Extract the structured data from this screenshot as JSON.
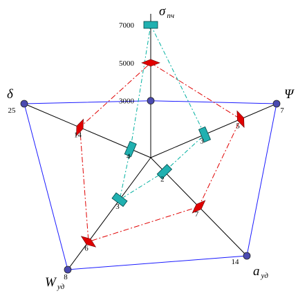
{
  "chart_data": {
    "type": "radar",
    "axes": [
      {
        "label": "σ",
        "sub": "пч",
        "ticks": [
          "3000",
          "5000",
          "7000"
        ]
      },
      {
        "label": "Ψ",
        "sub": "",
        "ticks": [
          "7"
        ]
      },
      {
        "label": "a",
        "sub": "уд",
        "ticks": [
          "14"
        ]
      },
      {
        "label": "W",
        "sub": "уд",
        "ticks": [
          "8"
        ]
      },
      {
        "label": "δ",
        "sub": "",
        "ticks": [
          "25"
        ]
      }
    ],
    "axis_max": [
      7000,
      7,
      14,
      8,
      25
    ],
    "series": [
      {
        "style": "solid-blue",
        "color": "#1a1aff",
        "marker": "circle",
        "marker_color": "#4a4ab0",
        "values": [
          3000,
          7,
          14,
          8,
          25
        ],
        "point_labels": [
          "",
          "",
          "",
          "",
          ""
        ]
      },
      {
        "style": "dash-dot-red",
        "color": "#e00000",
        "marker": "diamond",
        "marker_color": "#e00000",
        "values": [
          5000,
          5,
          7,
          6,
          14
        ],
        "point_labels": [
          "",
          "5",
          "7",
          "6",
          "14"
        ]
      },
      {
        "style": "dash-dot-teal",
        "color": "#00b0a0",
        "marker": "square",
        "marker_color": "#20b0b0",
        "values": [
          7000,
          3,
          2,
          3,
          4
        ],
        "point_labels": [
          "",
          "3",
          "2",
          "3",
          "4"
        ]
      }
    ]
  }
}
